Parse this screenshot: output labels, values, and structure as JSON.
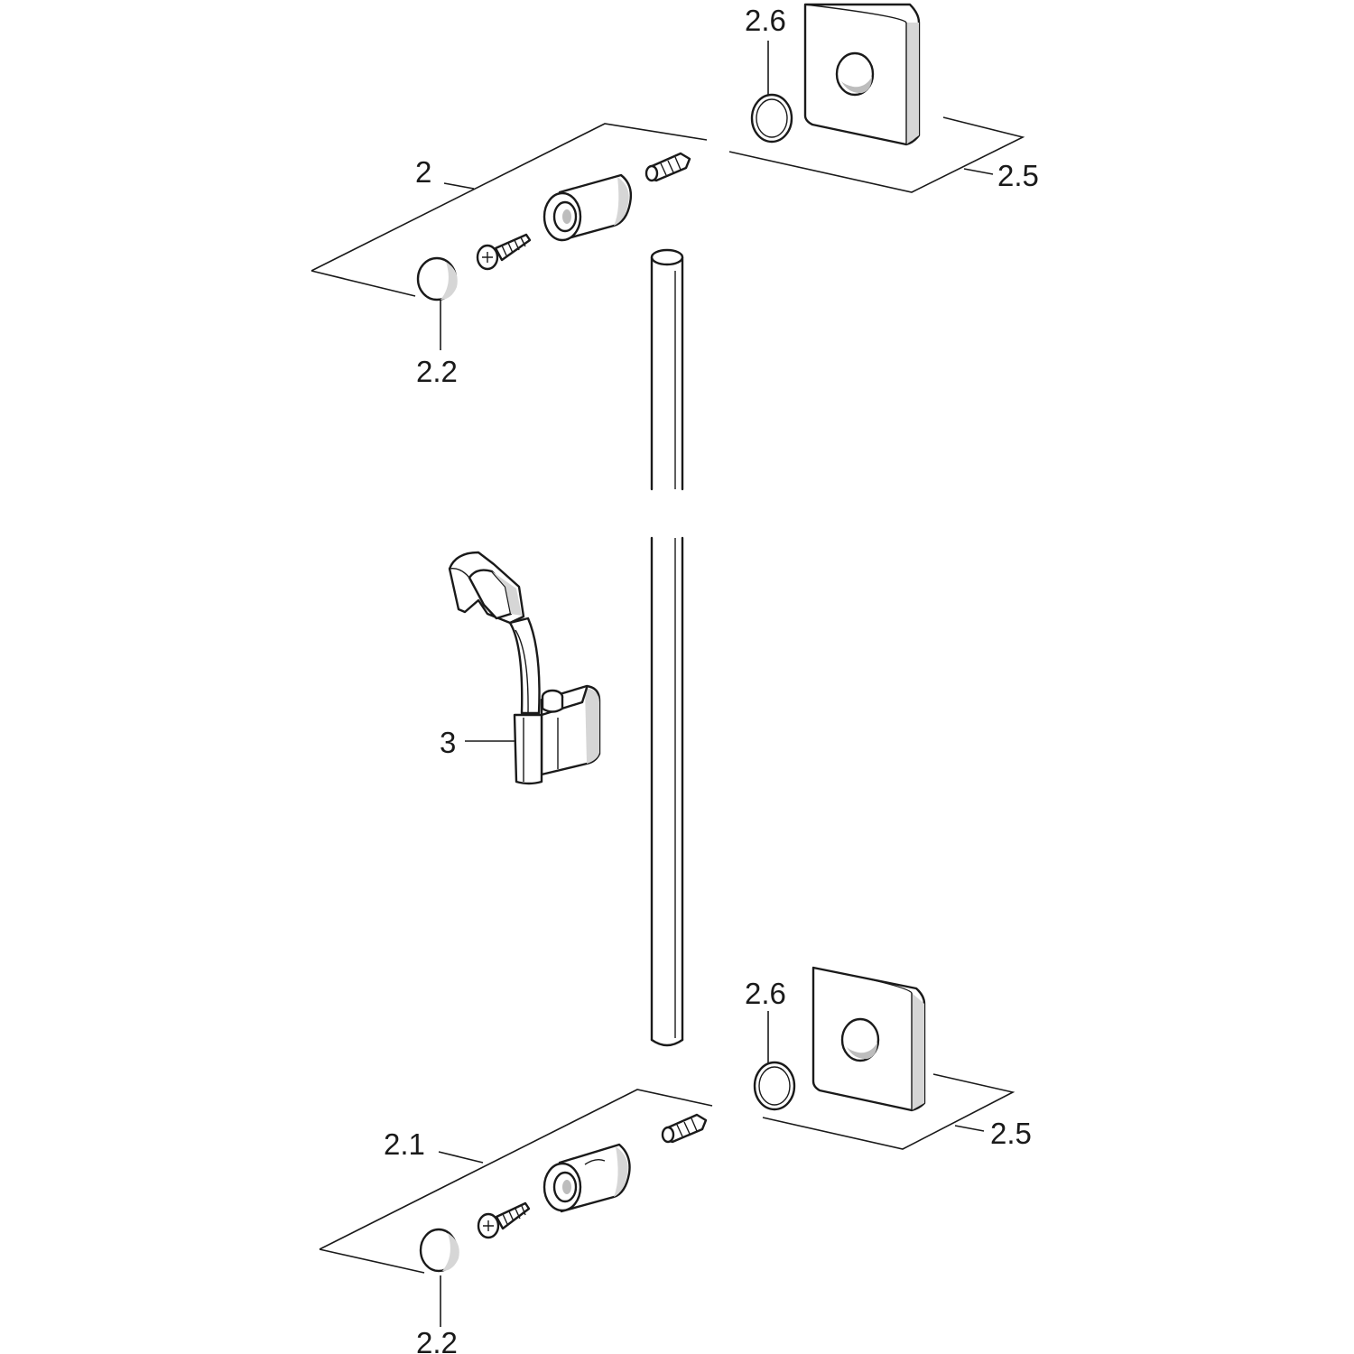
{
  "labels": {
    "top_ring": "2.6",
    "top_plate": "2.5",
    "top_bracket": "2",
    "top_cap": "2.2",
    "holder": "3",
    "bottom_ring": "2.6",
    "bottom_plate": "2.5",
    "bottom_bracket": "2.1",
    "bottom_cap": "2.2"
  },
  "colors": {
    "line": "#1a1a1a",
    "shade": "#d6d6d6",
    "background": "#ffffff"
  }
}
